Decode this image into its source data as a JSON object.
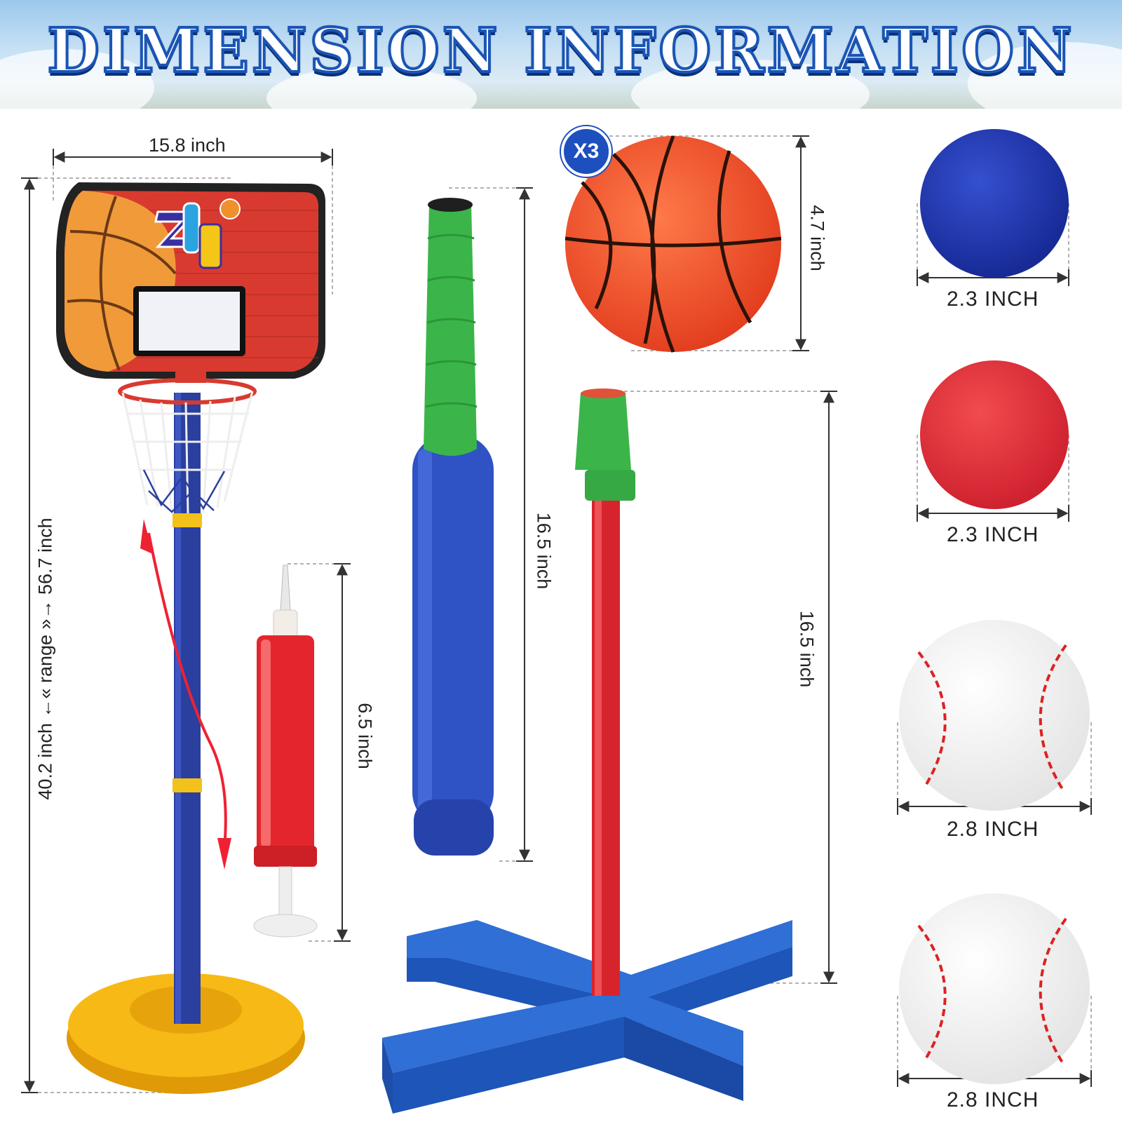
{
  "banner": {
    "title": "DIMENSION INFORMATION"
  },
  "badge": {
    "text": "X3"
  },
  "dimensions": {
    "hoop_width": "15.8 inch",
    "hoop_height_range": "40.2 inch ←« range »→ 56.7 inch",
    "pump_height": "6.5 inch",
    "bat_length": "16.5 inch",
    "basketball_diameter": "4.7 inch",
    "tee_height": "16.5 inch",
    "blue_ball": "2.3 INCH",
    "red_ball": "2.3 INCH",
    "baseball_1": "2.8 INCH",
    "baseball_2": "2.8 INCH"
  },
  "colors": {
    "title_stroke": "#1a55b5",
    "backboard_red": "#d93a2f",
    "pole_blue": "#2a3f9e",
    "foam_green": "#3bb54a",
    "foam_blue": "#2f52c4",
    "base_yellow": "#f7b915",
    "ball_red": "#e8363d",
    "ball_blue": "#2035b0",
    "orange_ball": "#f0552e"
  }
}
